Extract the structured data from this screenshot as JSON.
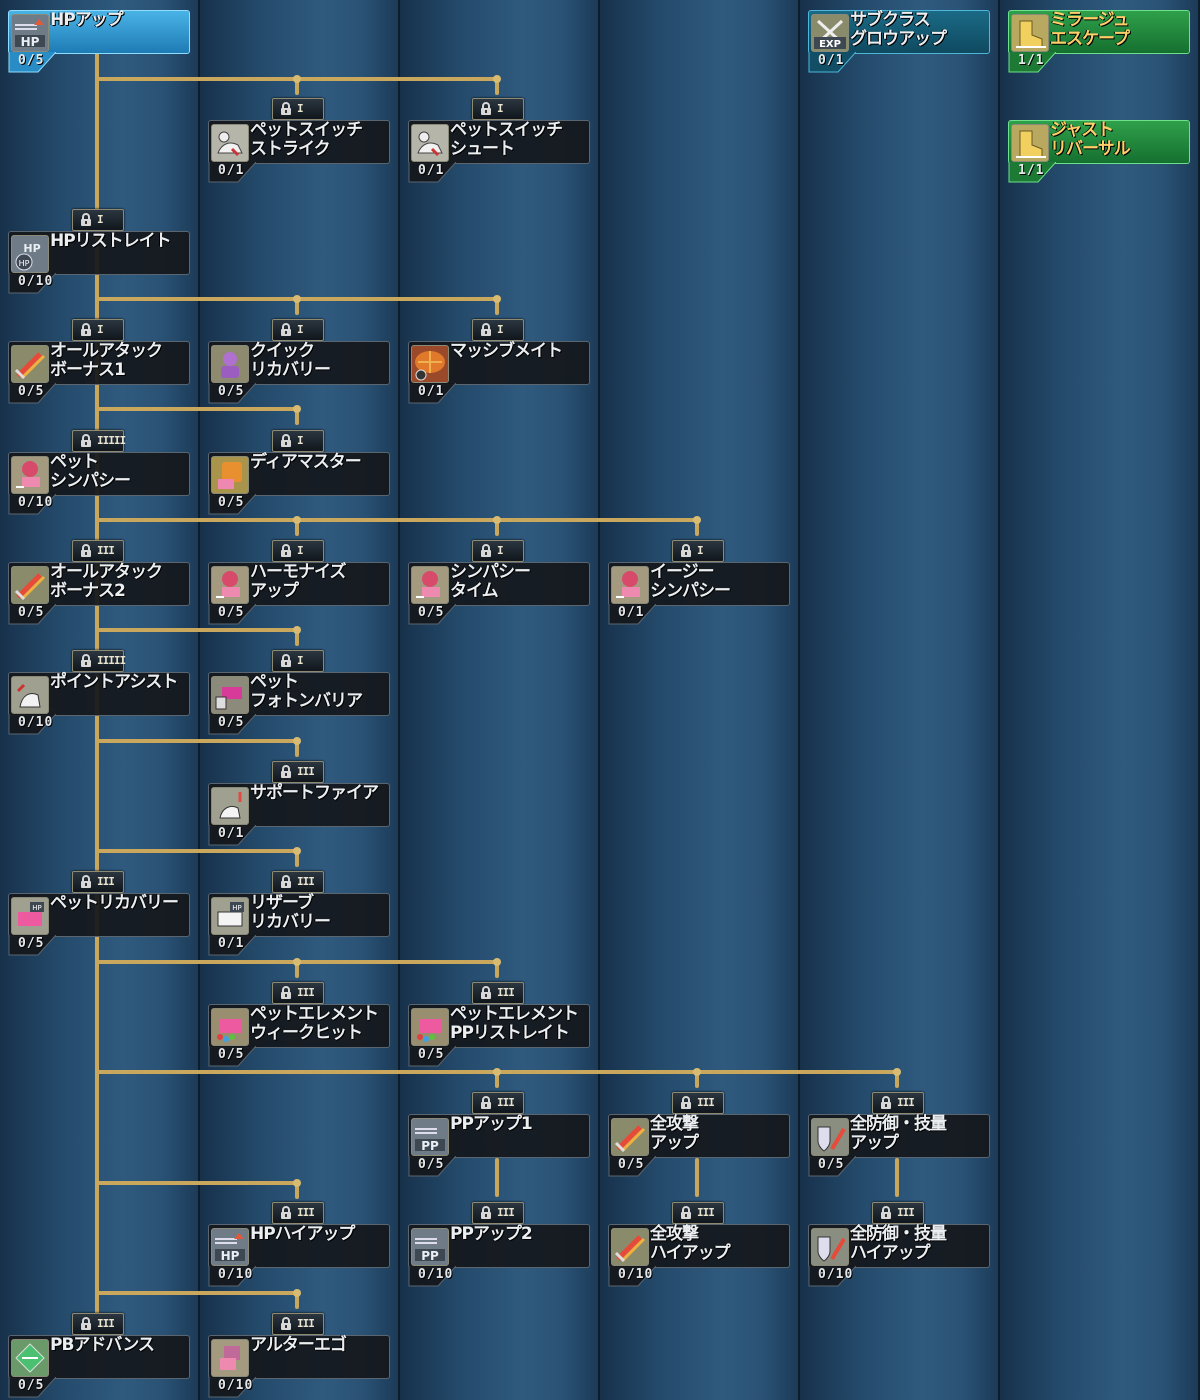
{
  "window": {
    "title": "スキルツリー"
  },
  "colors": {
    "line": "#c9a85e",
    "active": "#3aa6dd",
    "owned": "#22883a",
    "node": "#14181c"
  },
  "nodes": [
    {
      "id": "hp-up",
      "name": "HPアップ",
      "level": "0/5",
      "col": 0,
      "row": 0,
      "style": "active",
      "icon": "hp-up-icon"
    },
    {
      "id": "subclass-growup",
      "name": "サブクラス\nグロウアップ",
      "level": "0/1",
      "col": 4,
      "row": 0,
      "style": "teal",
      "icon": "exp-icon"
    },
    {
      "id": "mirage-escape",
      "name": "ミラージュ\nエスケープ",
      "level": "1/1",
      "col": 5,
      "row": 0,
      "style": "green",
      "icon": "boot-icon"
    },
    {
      "id": "pet-switch-strike",
      "name": "ペットスイッチ\nストライク",
      "level": "0/1",
      "col": 1,
      "row": 1,
      "style": "normal",
      "icon": "pet-switch-icon"
    },
    {
      "id": "pet-switch-shoot",
      "name": "ペットスイッチ\nシュート",
      "level": "0/1",
      "col": 2,
      "row": 1,
      "style": "normal",
      "icon": "pet-switch-icon"
    },
    {
      "id": "just-reversal",
      "name": "ジャスト\nリバーサル",
      "level": "1/1",
      "col": 5,
      "row": 1,
      "style": "green",
      "icon": "boot-icon"
    },
    {
      "id": "hp-restrate",
      "name": "HPリストレイト",
      "level": "0/10",
      "col": 0,
      "row": 2,
      "style": "normal",
      "icon": "hp-restrate-icon"
    },
    {
      "id": "all-attack-bonus1",
      "name": "オールアタック\nボーナス1",
      "level": "0/5",
      "col": 0,
      "row": 3,
      "style": "normal",
      "icon": "sword-icon"
    },
    {
      "id": "quick-recovery",
      "name": "クイック\nリカバリー",
      "level": "0/5",
      "col": 1,
      "row": 3,
      "style": "normal",
      "icon": "quick-recovery-icon"
    },
    {
      "id": "massive-mate",
      "name": "マッシブメイト",
      "level": "0/1",
      "col": 2,
      "row": 3,
      "style": "normal",
      "icon": "massive-icon"
    },
    {
      "id": "pet-sympathy",
      "name": "ペット\nシンパシー",
      "level": "0/10",
      "col": 0,
      "row": 4,
      "style": "normal",
      "icon": "pet-sympathy-icon"
    },
    {
      "id": "deer-master",
      "name": "ディアマスター",
      "level": "0/5",
      "col": 1,
      "row": 4,
      "style": "normal",
      "icon": "deer-master-icon"
    },
    {
      "id": "all-attack-bonus2",
      "name": "オールアタック\nボーナス2",
      "level": "0/5",
      "col": 0,
      "row": 5,
      "style": "normal",
      "icon": "sword-icon"
    },
    {
      "id": "harmonize-up",
      "name": "ハーモナイズ\nアップ",
      "level": "0/5",
      "col": 1,
      "row": 5,
      "style": "normal",
      "icon": "pet-sympathy-icon"
    },
    {
      "id": "sympathy-time",
      "name": "シンパシー\nタイム",
      "level": "0/5",
      "col": 2,
      "row": 5,
      "style": "normal",
      "icon": "pet-sympathy-icon"
    },
    {
      "id": "easy-sympathy",
      "name": "イージー\nシンパシー",
      "level": "0/1",
      "col": 3,
      "row": 5,
      "style": "normal",
      "icon": "pet-sympathy-icon"
    },
    {
      "id": "point-assist",
      "name": "ポイントアシスト",
      "level": "0/10",
      "col": 0,
      "row": 6,
      "style": "normal",
      "icon": "point-assist-icon"
    },
    {
      "id": "pet-photon-barrier",
      "name": "ペット\nフォトンバリア",
      "level": "0/5",
      "col": 1,
      "row": 6,
      "style": "normal",
      "icon": "pet-barrier-icon"
    },
    {
      "id": "support-fire",
      "name": "サポートファイア",
      "level": "0/1",
      "col": 1,
      "row": 7,
      "style": "normal",
      "icon": "support-fire-icon"
    },
    {
      "id": "pet-recovery",
      "name": "ペットリカバリー",
      "level": "0/5",
      "col": 0,
      "row": 8,
      "style": "normal",
      "icon": "pet-recovery-icon"
    },
    {
      "id": "reserve-recovery",
      "name": "リザーブ\nリカバリー",
      "level": "0/1",
      "col": 1,
      "row": 8,
      "style": "normal",
      "icon": "reserve-recovery-icon"
    },
    {
      "id": "pet-element-weakhit",
      "name": "ペットエレメント\nウィークヒット",
      "level": "0/5",
      "col": 1,
      "row": 9,
      "style": "normal",
      "icon": "pet-element-icon"
    },
    {
      "id": "pet-element-pp-restrate",
      "name": "ペットエレメント\nPPリストレイト",
      "level": "0/5",
      "col": 2,
      "row": 9,
      "style": "normal",
      "icon": "pet-element-icon"
    },
    {
      "id": "pp-up1",
      "name": "PPアップ1",
      "level": "0/5",
      "col": 2,
      "row": 10,
      "style": "normal",
      "icon": "pp-up-icon"
    },
    {
      "id": "all-attack-up",
      "name": "全攻撃\nアップ",
      "level": "0/5",
      "col": 3,
      "row": 10,
      "style": "normal",
      "icon": "sword-icon"
    },
    {
      "id": "all-defense-up",
      "name": "全防御・技量\nアップ",
      "level": "0/5",
      "col": 4,
      "row": 10,
      "style": "normal",
      "icon": "shield-icon"
    },
    {
      "id": "hp-high-up",
      "name": "HPハイアップ",
      "level": "0/10",
      "col": 1,
      "row": 11,
      "style": "normal",
      "icon": "hp-up-icon"
    },
    {
      "id": "pp-up2",
      "name": "PPアップ2",
      "level": "0/10",
      "col": 2,
      "row": 11,
      "style": "normal",
      "icon": "pp-up-icon"
    },
    {
      "id": "all-attack-high-up",
      "name": "全攻撃\nハイアップ",
      "level": "0/10",
      "col": 3,
      "row": 11,
      "style": "normal",
      "icon": "sword-icon"
    },
    {
      "id": "all-defense-high-up",
      "name": "全防御・技量\nハイアップ",
      "level": "0/10",
      "col": 4,
      "row": 11,
      "style": "normal",
      "icon": "shield-icon"
    },
    {
      "id": "pb-advance",
      "name": "PBアドバンス",
      "level": "0/5",
      "col": 0,
      "row": 12,
      "style": "normal",
      "icon": "pb-icon"
    },
    {
      "id": "alter-ego",
      "name": "アルターエゴ",
      "level": "0/10",
      "col": 1,
      "row": 12,
      "style": "normal",
      "icon": "alter-ego-icon"
    }
  ],
  "requirements": [
    {
      "col": 1,
      "row": 1,
      "ticks": "I"
    },
    {
      "col": 2,
      "row": 1,
      "ticks": "I"
    },
    {
      "col": 0,
      "row": 2,
      "ticks": "I"
    },
    {
      "col": 0,
      "row": 3,
      "ticks": "I"
    },
    {
      "col": 1,
      "row": 3,
      "ticks": "I"
    },
    {
      "col": 2,
      "row": 3,
      "ticks": "I"
    },
    {
      "col": 0,
      "row": 4,
      "ticks": "IIIII"
    },
    {
      "col": 1,
      "row": 4,
      "ticks": "I"
    },
    {
      "col": 0,
      "row": 5,
      "ticks": "III"
    },
    {
      "col": 1,
      "row": 5,
      "ticks": "I"
    },
    {
      "col": 2,
      "row": 5,
      "ticks": "I"
    },
    {
      "col": 3,
      "row": 5,
      "ticks": "I"
    },
    {
      "col": 0,
      "row": 6,
      "ticks": "IIIII"
    },
    {
      "col": 1,
      "row": 6,
      "ticks": "I"
    },
    {
      "col": 1,
      "row": 7,
      "ticks": "III"
    },
    {
      "col": 0,
      "row": 8,
      "ticks": "III"
    },
    {
      "col": 1,
      "row": 8,
      "ticks": "III"
    },
    {
      "col": 1,
      "row": 9,
      "ticks": "III"
    },
    {
      "col": 2,
      "row": 9,
      "ticks": "III"
    },
    {
      "col": 2,
      "row": 10,
      "ticks": "III"
    },
    {
      "col": 3,
      "row": 10,
      "ticks": "III"
    },
    {
      "col": 4,
      "row": 10,
      "ticks": "III"
    },
    {
      "col": 1,
      "row": 11,
      "ticks": "III"
    },
    {
      "col": 2,
      "row": 11,
      "ticks": "III"
    },
    {
      "col": 3,
      "row": 11,
      "ticks": "III"
    },
    {
      "col": 4,
      "row": 11,
      "ticks": "III"
    },
    {
      "col": 0,
      "row": 12,
      "ticks": "III"
    },
    {
      "col": 1,
      "row": 12,
      "ticks": "III"
    }
  ]
}
